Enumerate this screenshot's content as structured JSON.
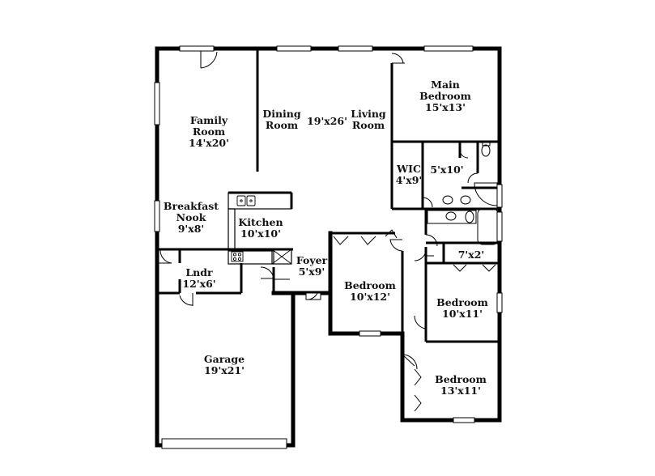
{
  "rooms": {
    "family_room": {
      "name": "Family\nRoom",
      "dims": "14'x20'"
    },
    "dining_room": {
      "name": "Dining\nRoom"
    },
    "great_room_dims": "19'x26'",
    "living_room": {
      "name": "Living\nRoom"
    },
    "main_bedroom": {
      "name": "Main\nBedroom",
      "dims": "15'x13'"
    },
    "wic": {
      "name": "WIC",
      "dims": "4'x9'"
    },
    "main_bath_dims": "5'x10'",
    "breakfast_nook": {
      "name": "Breakfast\nNook",
      "dims": "9'x8'"
    },
    "kitchen": {
      "name": "Kitchen",
      "dims": "10'x10'"
    },
    "laundry": {
      "name": "Lndr",
      "dims": "12'x6'"
    },
    "foyer": {
      "name": "Foyer",
      "dims": "5'x9'"
    },
    "bedroom_center": {
      "name": "Bedroom",
      "dims": "10'x12'"
    },
    "closet_small_dims": "7'x2'",
    "bedroom_right": {
      "name": "Bedroom",
      "dims": "10'x11'"
    },
    "bedroom_bottom": {
      "name": "Bedroom",
      "dims": "13'x11'"
    },
    "garage": {
      "name": "Garage",
      "dims": "19'x21'"
    }
  }
}
